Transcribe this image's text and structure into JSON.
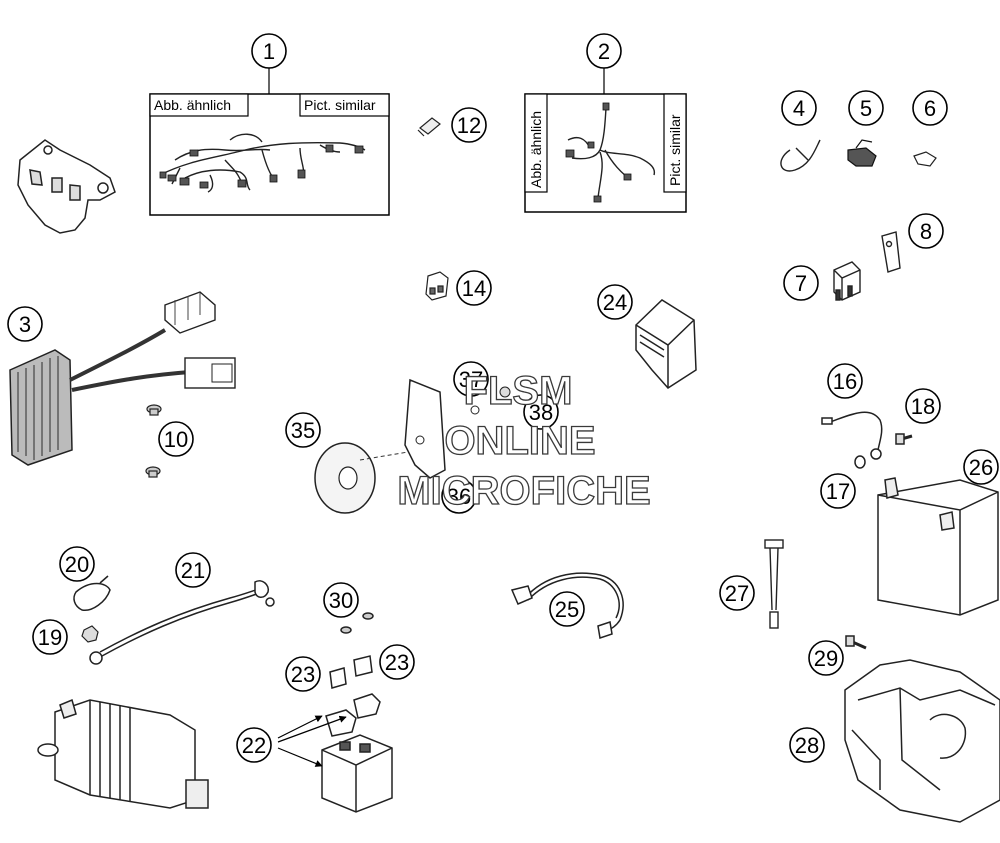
{
  "diagram": {
    "boxes": [
      {
        "id": "box1",
        "label_left": "Abb. ähnlich",
        "label_right": "Pict. similar"
      },
      {
        "id": "box2",
        "label_left": "Abb. ähnlich",
        "label_right": "Pict. similar"
      }
    ],
    "callouts": [
      "1",
      "2",
      "3",
      "4",
      "5",
      "6",
      "7",
      "8",
      "10",
      "12",
      "14",
      "16",
      "17",
      "18",
      "19",
      "20",
      "21",
      "22",
      "23",
      "23",
      "24",
      "25",
      "26",
      "27",
      "28",
      "29",
      "30",
      "35",
      "36",
      "37",
      "38"
    ],
    "watermark": {
      "line1": "FLSM",
      "line2": "ONLINE",
      "line3": "MICROFICHE"
    }
  }
}
